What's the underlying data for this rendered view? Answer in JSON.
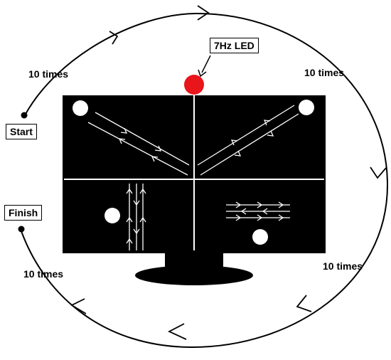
{
  "labels": {
    "start": "Start",
    "finish": "Finish",
    "led": "7Hz LED",
    "repeat_top_left": "10 times",
    "repeat_top_right": "10 times",
    "repeat_bottom_left": "10 times",
    "repeat_bottom_right": "10 times"
  },
  "colors": {
    "led": "#e8151b",
    "screen": "#000000",
    "stroke": "#000000",
    "guide_lines": "#ffffff"
  },
  "icons": {
    "led": "red-dot",
    "targets": "white-dot",
    "direction": "arrowhead"
  }
}
